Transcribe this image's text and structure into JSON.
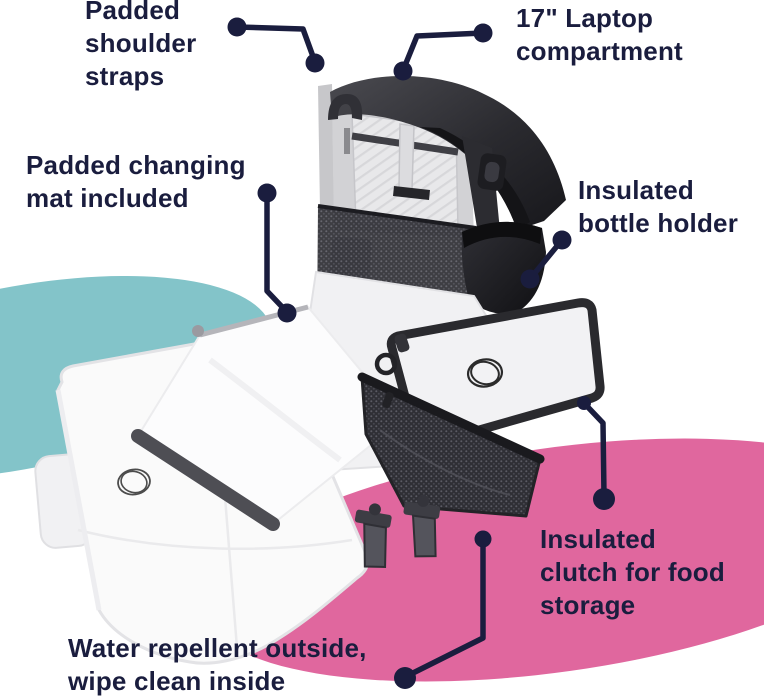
{
  "annotations": {
    "shoulder_straps": {
      "label": "Padded\nshoulder\nstraps"
    },
    "laptop": {
      "label": "17\" Laptop\ncompartment"
    },
    "changing_mat": {
      "label": "Padded changing\nmat included"
    },
    "bottle_holder": {
      "label": "Insulated\nbottle holder"
    },
    "clutch": {
      "label": "Insulated\nclutch for food\nstorage"
    },
    "water_repellent": {
      "label": "Water repellent outside,\nwipe clean inside"
    }
  },
  "icons": {
    "brand_logo": "bugaboo-scribble-circle-logo",
    "callout_marker": "navy-dot-connector"
  },
  "colors": {
    "annotation_navy": "#1a1d3e",
    "teal_blob": "#83c4c9",
    "pink_blob": "#e0679e",
    "bag_dark": "#1b1b1f",
    "bag_interior_gray": "#d4d4d6",
    "mat_white": "#fafafa"
  }
}
